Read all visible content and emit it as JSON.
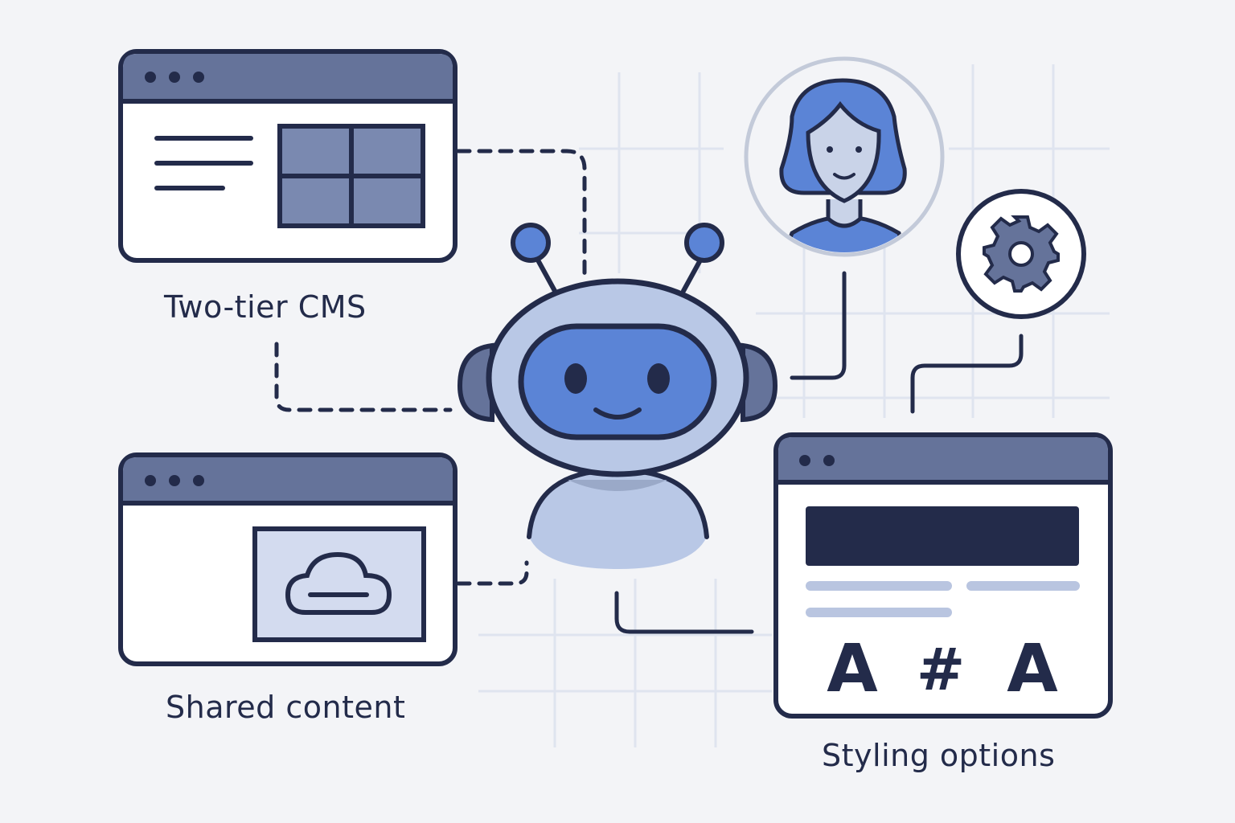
{
  "labels": {
    "two_tier_cms": "Two-tier CMS",
    "shared_content": "Shared content",
    "styling_options": "Styling options"
  },
  "styling_glyphs": [
    "A",
    "#",
    "A"
  ],
  "colors": {
    "background": "#f3f4f7",
    "outline": "#232b4a",
    "titlebar": "#65739a",
    "light_blue": "#b9c8e6",
    "accent_blue": "#5b84d6",
    "grid": "#dfe4ef"
  }
}
